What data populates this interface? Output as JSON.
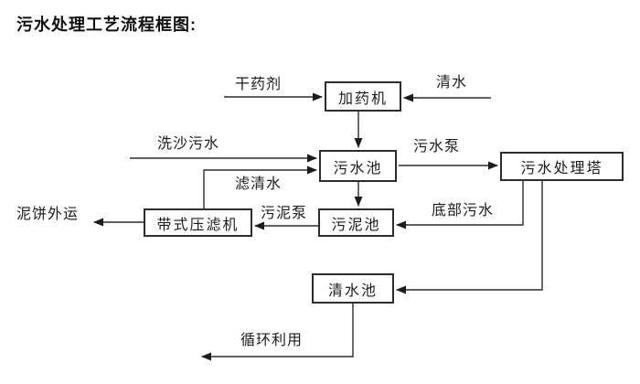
{
  "title": "污水处理工艺流程框图:",
  "colors": {
    "line": "#2d2d2d",
    "text": "#1c1c1c",
    "background": "#ffffff"
  },
  "nodes": {
    "dosing_machine": "加药机",
    "sewage_pool": "污水池",
    "treatment_tower": "污水处理塔",
    "sludge_pool": "污泥池",
    "belt_filter_press": "带式压滤机",
    "clean_water_pool": "清水池"
  },
  "edges": [
    {
      "from": "external",
      "to": "dosing_machine",
      "label": "干药剂"
    },
    {
      "from": "external",
      "to": "dosing_machine",
      "label": "清水"
    },
    {
      "from": "dosing_machine",
      "to": "sewage_pool",
      "label": ""
    },
    {
      "from": "external",
      "to": "sewage_pool",
      "label": "洗沙污水"
    },
    {
      "from": "belt_filter_press",
      "to": "sewage_pool",
      "label": "滤清水"
    },
    {
      "from": "sewage_pool",
      "to": "treatment_tower",
      "label": "污水泵"
    },
    {
      "from": "sewage_pool",
      "to": "sludge_pool",
      "label": ""
    },
    {
      "from": "sludge_pool",
      "to": "belt_filter_press",
      "label": "污泥泵"
    },
    {
      "from": "treatment_tower",
      "to": "sludge_pool",
      "label": "底部污水"
    },
    {
      "from": "treatment_tower",
      "to": "clean_water_pool",
      "label": ""
    },
    {
      "from": "belt_filter_press",
      "to": "external",
      "label": "泥饼外运"
    },
    {
      "from": "clean_water_pool",
      "to": "external",
      "label": "循环利用"
    }
  ]
}
